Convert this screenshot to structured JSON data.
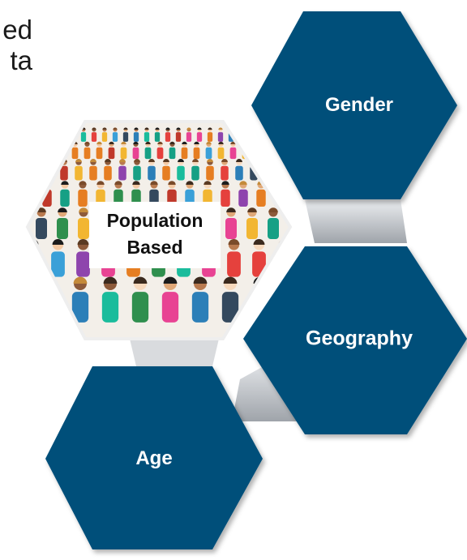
{
  "corner_text": {
    "line1": "ed",
    "line2": "ta"
  },
  "hexagons": {
    "center": {
      "label_line1": "Population",
      "label_line2": "Based"
    },
    "gender": {
      "label": "Gender"
    },
    "geography": {
      "label": "Geography"
    },
    "age": {
      "label": "Age"
    }
  },
  "colors": {
    "hex_fill": "#06507a",
    "connector_light": "#e3e5e8",
    "connector_dark": "#a7abb0",
    "label_text": "#ffffff"
  }
}
